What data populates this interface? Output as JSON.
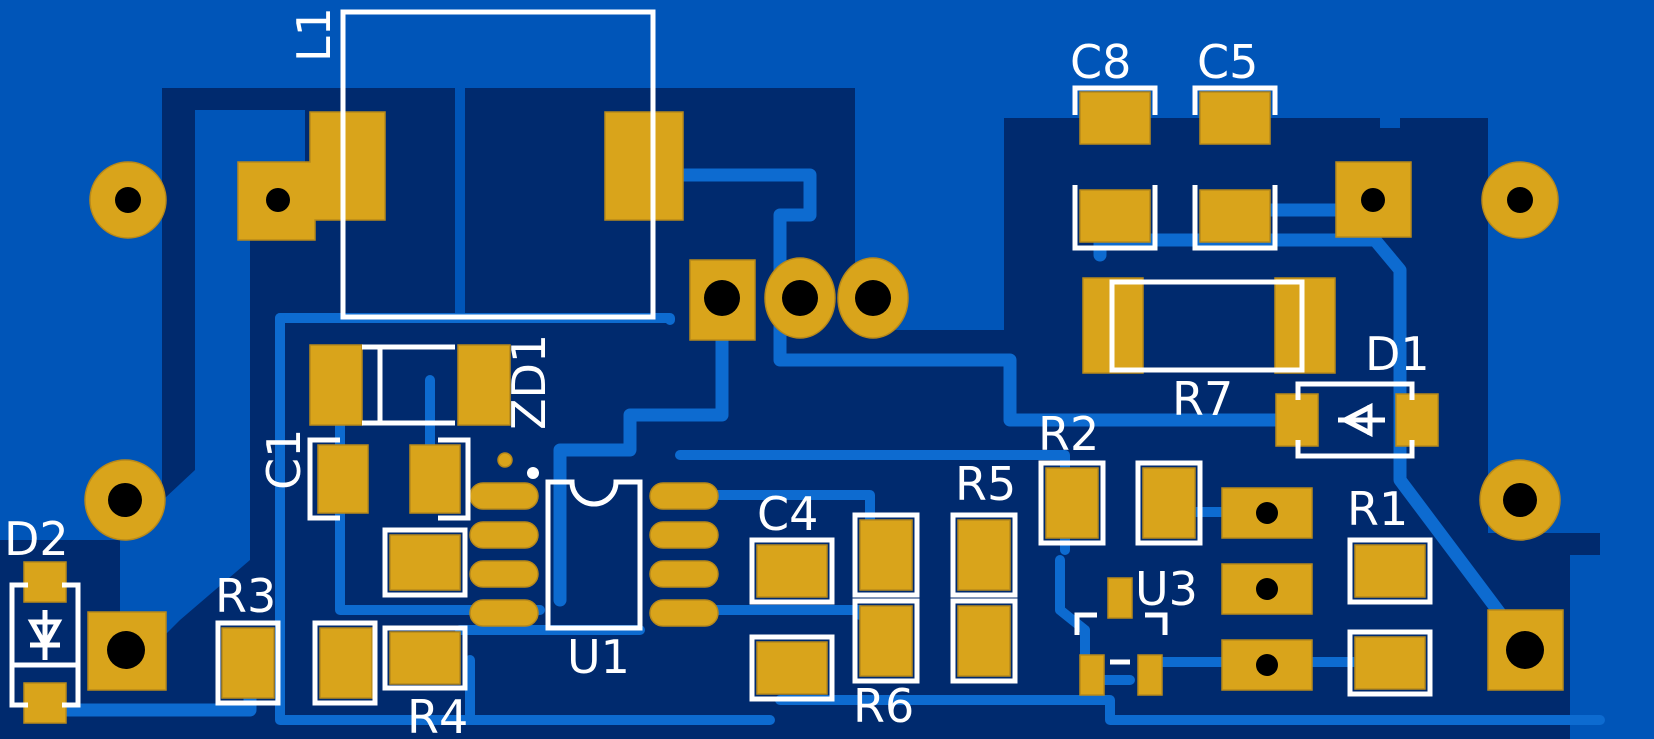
{
  "board": {
    "colors": {
      "copper": "#0055b8",
      "pour": "#002a6e",
      "trace": "#0d6bd0",
      "pad": "#d9a41b",
      "silkscreen": "#ffffff",
      "drill": "#000000"
    },
    "designators": {
      "L1": "L1",
      "C8": "C8",
      "C5": "C5",
      "D1": "D1",
      "R7": "R7",
      "R2": "R2",
      "R5": "R5",
      "C4": "C4",
      "R1": "R1",
      "U3": "U3",
      "C1": "C1",
      "ZD1": "ZD1",
      "D2": "D2",
      "R3": "R3",
      "R4": "R4",
      "U1": "U1",
      "R6": "R6"
    }
  }
}
